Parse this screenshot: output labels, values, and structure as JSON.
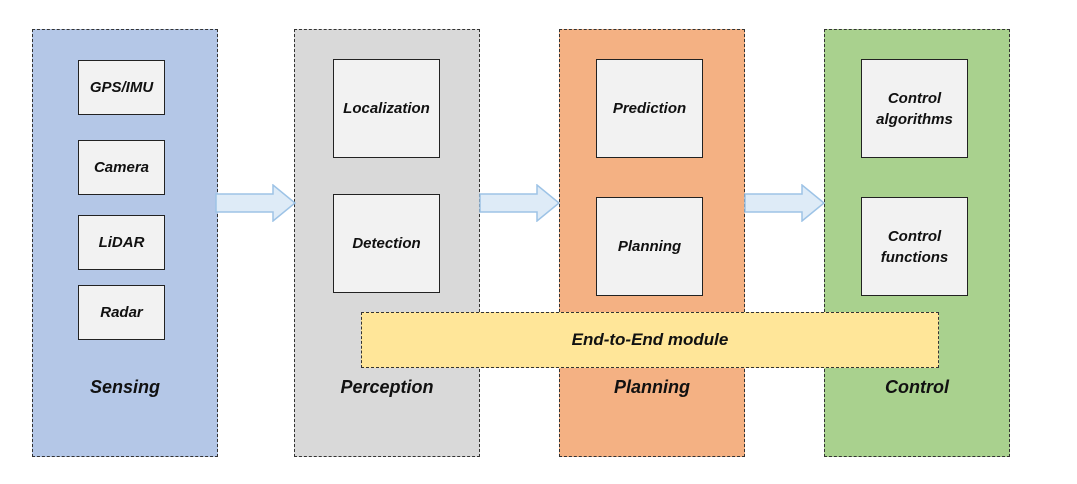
{
  "colors": {
    "sensing": "#b4c7e7",
    "perception": "#d9d9d9",
    "planning": "#f4b183",
    "control": "#a9d18e",
    "e2e": "#ffe699",
    "arrow_fill": "#deebf7",
    "arrow_stroke": "#9dc3e6"
  },
  "stages": {
    "sensing": {
      "label": "Sensing",
      "items": [
        "GPS/IMU",
        "Camera",
        "LiDAR",
        "Radar"
      ]
    },
    "perception": {
      "label": "Perception",
      "items": [
        "Localization",
        "Detection"
      ]
    },
    "planning": {
      "label": "Planning",
      "items": [
        "Prediction",
        "Planning"
      ]
    },
    "control": {
      "label": "Control",
      "items": [
        "Control algorithms",
        "Control functions"
      ]
    }
  },
  "e2e": {
    "label": "End-to-End module"
  }
}
